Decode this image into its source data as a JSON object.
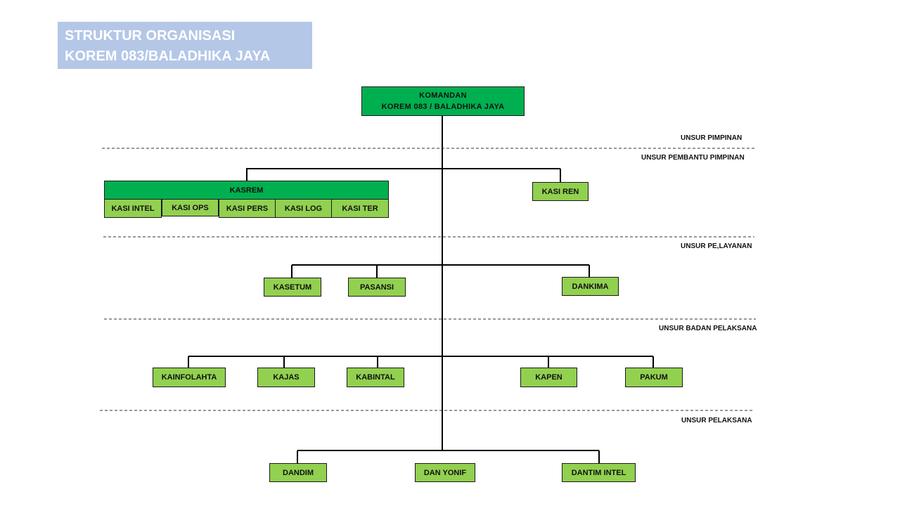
{
  "title": {
    "line1": "STRUKTUR ORGANISASI",
    "line2": "KOREM 083/BALADHIKA JAYA"
  },
  "commander": {
    "line1": "KOMANDAN",
    "line2": "KOREM 083 / BALADHIKA JAYA"
  },
  "sections": {
    "pimpinan": "UNSUR PIMPINAN",
    "pembantu": "UNSUR PEMBANTU PIMPINAN",
    "pelayanan": "UNSUR PE,LAYANAN",
    "badan_pelaksana": "UNSUR BADAN PELAKSANA",
    "pelaksana": "UNSUR  PELAKSANA"
  },
  "staff": {
    "kasrem": "KASREM",
    "kasi_intel": "KASI INTEL",
    "kasi_ops": "KASI OPS",
    "kasi_pers": "KASI PERS",
    "kasi_log": "KASI LOG",
    "kasi_ter": "KASI TER",
    "kasi_ren": "KASI REN"
  },
  "services": {
    "kasetum": "KASETUM",
    "pasansi": "PASANSI",
    "dankima": "DANKIMA"
  },
  "agencies": {
    "kainfolahta": "KAINFOLAHTA",
    "kajas": "KAJAS",
    "kabintal": "KABINTAL",
    "kapen": "KAPEN",
    "pakum": "PAKUM"
  },
  "executors": {
    "dandim": "DANDIM",
    "dan_yonif": "DAN YONIF",
    "dantim_intel": "DANTIM  INTEL"
  },
  "colors": {
    "title_bg": "#b4c7e7",
    "node_light": "#92d050",
    "node_dark": "#00b050"
  }
}
